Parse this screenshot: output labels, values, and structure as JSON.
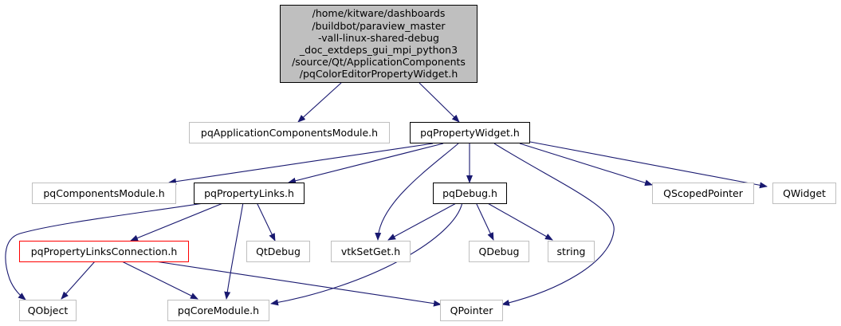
{
  "nodes": {
    "root": {
      "label": "/home/kitware/dashboards\n/buildbot/paraview_master\n-vall-linux-shared-debug\n_doc_extdeps_gui_mpi_python3\n/source/Qt/ApplicationComponents\n/pqColorEditorPropertyWidget.h"
    },
    "pqApplicationComponentsModule": {
      "label": "pqApplicationComponentsModule.h"
    },
    "pqPropertyWidget": {
      "label": "pqPropertyWidget.h"
    },
    "pqComponentsModule": {
      "label": "pqComponentsModule.h"
    },
    "pqPropertyLinks": {
      "label": "pqPropertyLinks.h"
    },
    "pqDebugH": {
      "label": "pqDebug.h"
    },
    "QScopedPointer": {
      "label": "QScopedPointer"
    },
    "QWidget": {
      "label": "QWidget"
    },
    "pqPropertyLinksConnection": {
      "label": "pqPropertyLinksConnection.h"
    },
    "QtDebug": {
      "label": "QtDebug"
    },
    "vtkSetGet": {
      "label": "vtkSetGet.h"
    },
    "QDebug": {
      "label": "QDebug"
    },
    "string": {
      "label": "string"
    },
    "QObject": {
      "label": "QObject"
    },
    "pqCoreModule": {
      "label": "pqCoreModule.h"
    },
    "QPointer": {
      "label": "QPointer"
    }
  },
  "colors": {
    "edge": "#191970",
    "documented_border": "#000000",
    "undocumented_border": "#bfbfbf",
    "incomplete_border": "#ff0000",
    "root_fill": "#bfbfbf"
  }
}
